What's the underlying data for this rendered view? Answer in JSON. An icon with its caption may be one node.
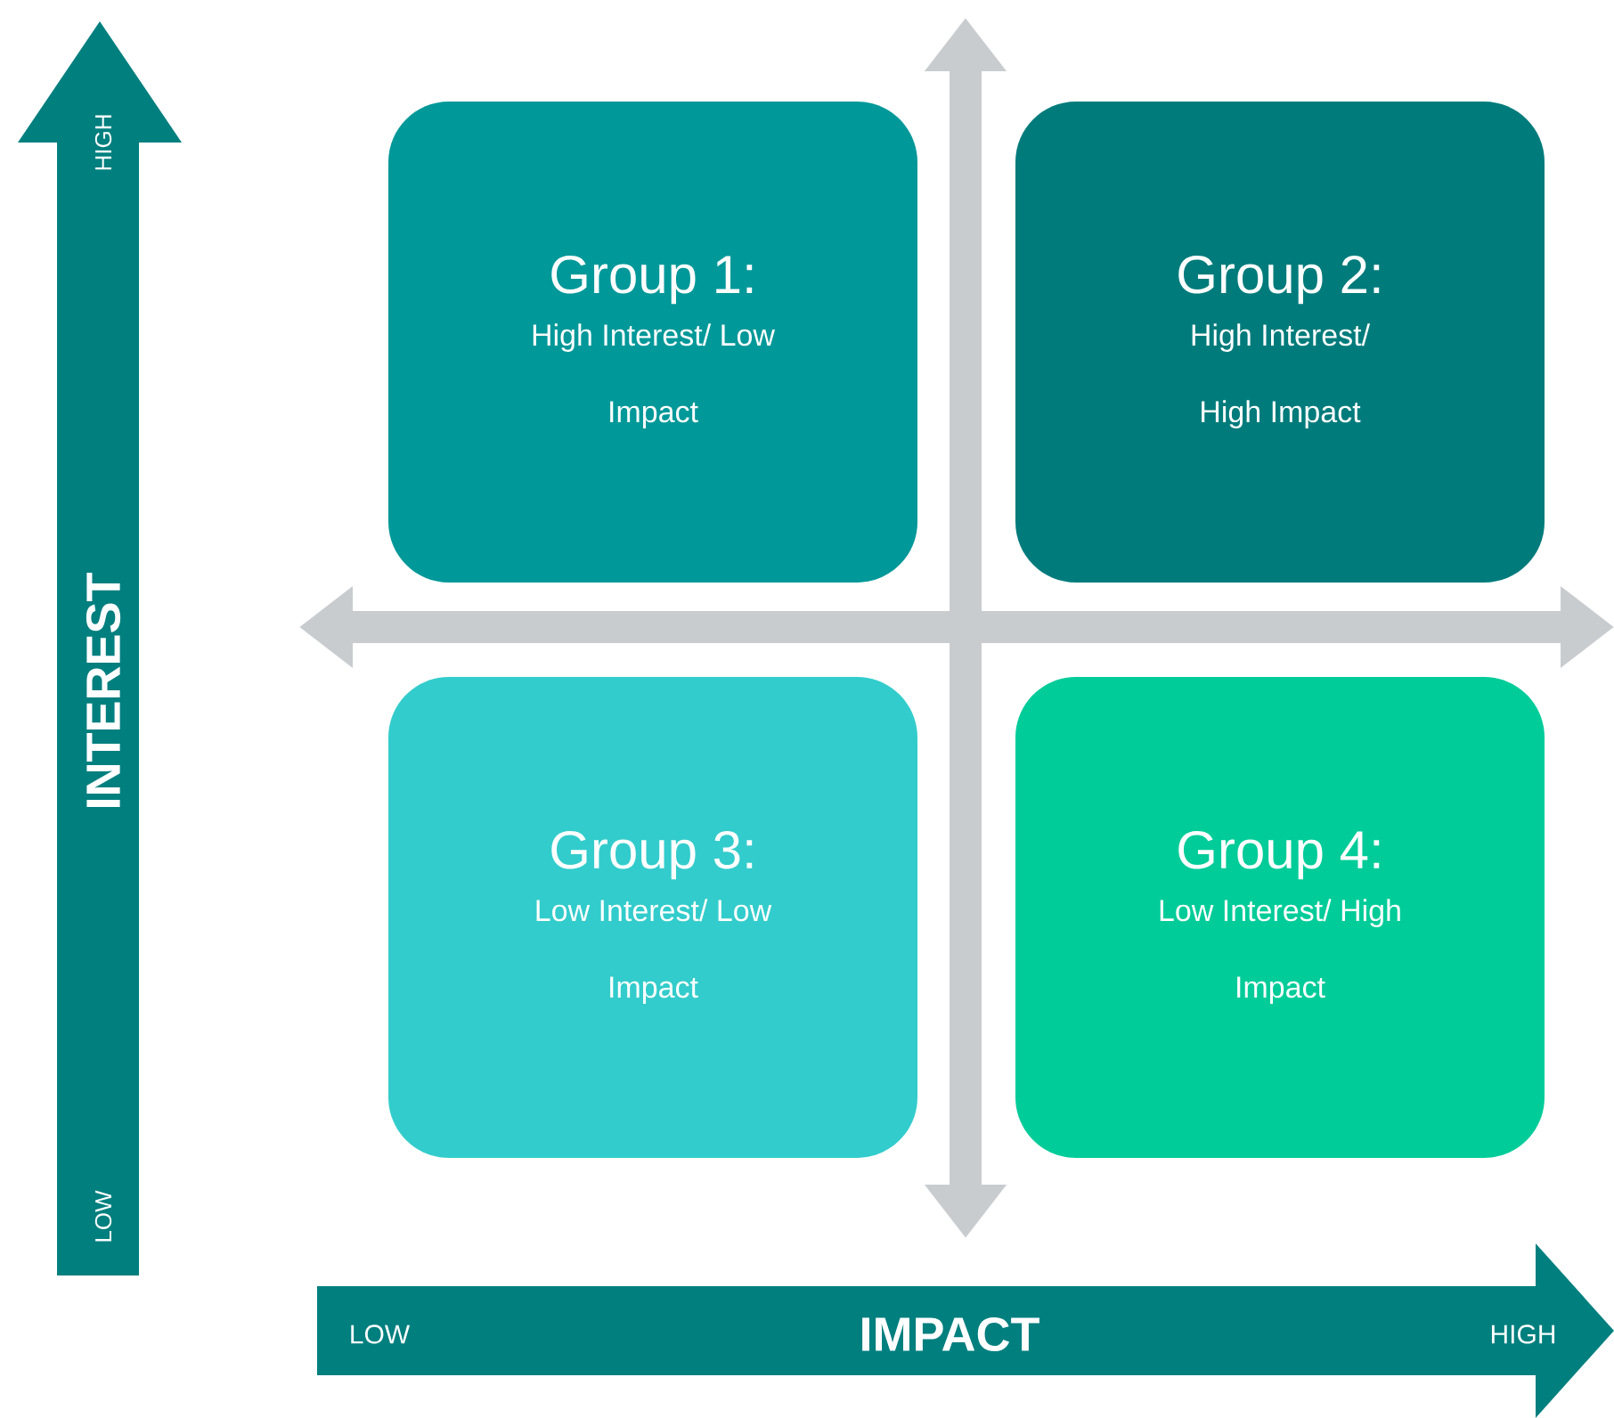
{
  "diagram": {
    "nodes": [
      {
        "text": [
          "Group 1:",
          "High Interest/ Low Impact"
        ]
      },
      {
        "text": [
          "Group 2:",
          "High Interest/ High Impact"
        ]
      },
      {
        "text": [
          "Group 3:",
          "Low Interest/ Low Impact"
        ]
      },
      {
        "text": [
          "Group 4:",
          "Low Interest/ High Impact"
        ]
      }
    ],
    "labels": [
      "HIGH",
      "INTEREST",
      "LOW",
      "LOW",
      "IMPACT",
      "HIGH"
    ]
  }
}
